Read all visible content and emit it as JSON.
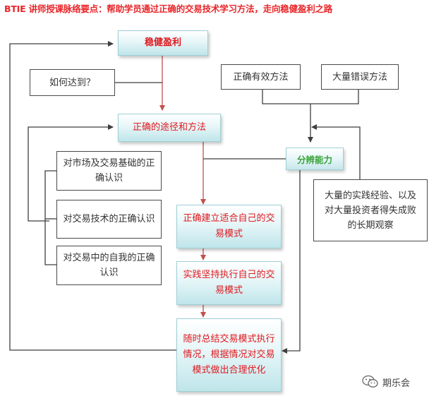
{
  "title": "BTIE 讲师授课脉络要点：帮助学员通过正确的交易技术学习方法，走向稳健盈利之路",
  "nodes": {
    "goal": "稳健盈利",
    "how": "如何达到？",
    "correct_method": "正确有效方法",
    "wrong_method": "大量错误方法",
    "path": "正确的途径和方法",
    "ability": "分辨能力",
    "market": "对市场及交易基础的正确认识",
    "technique": "对交易技术的正确认识",
    "self": "对交易中的自我的正确认识",
    "experience": "大量的实践经验、以及对大量投资者得失成败的长期观察",
    "step1": "正确建立适合自己的交易模式",
    "step2": "实践坚持执行自己的交易模式",
    "step3": "随时总结交易模式执行情况，根据情况对交易模式做出合理优化"
  },
  "watermark": {
    "icon": "wechat-icon",
    "text": "期乐会"
  },
  "colors": {
    "title": "#e8262a",
    "teal_text": "#e0191f",
    "green_text": "#3aa33a",
    "line_red": "#c0504d",
    "line_dark": "#3f3f3f"
  }
}
